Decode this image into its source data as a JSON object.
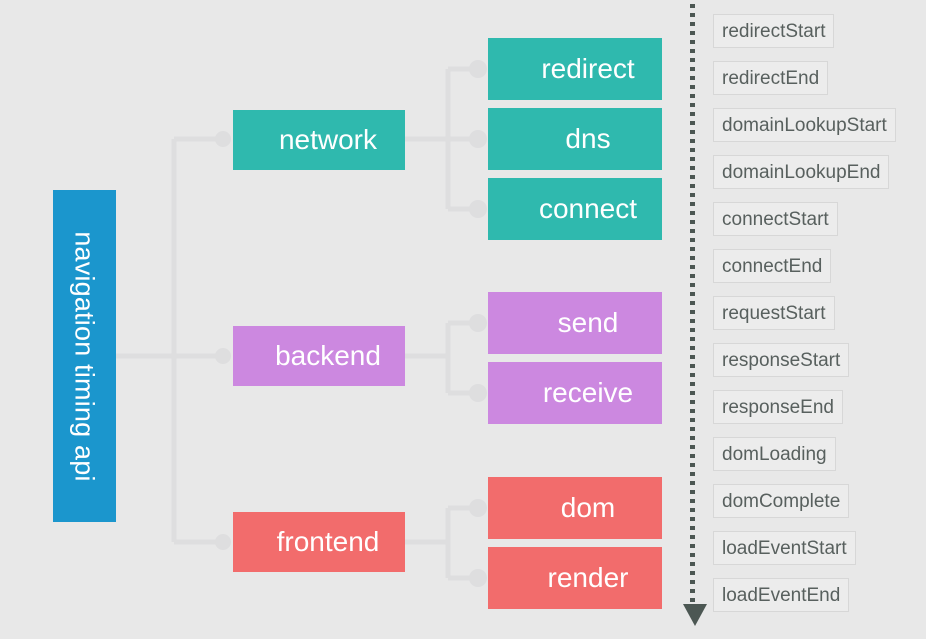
{
  "diagram": {
    "title": "navigation timing api",
    "background_color": "#e8e8e8",
    "root": {
      "label": "navigation timing api",
      "color": "#1b96cd"
    },
    "branches": [
      {
        "label": "network",
        "color": "#2fb9ae",
        "children": [
          {
            "label": "redirect"
          },
          {
            "label": "dns"
          },
          {
            "label": "connect"
          }
        ]
      },
      {
        "label": "backend",
        "color": "#cc88e0",
        "children": [
          {
            "label": "send"
          },
          {
            "label": "receive"
          }
        ]
      },
      {
        "label": "frontend",
        "color": "#f26c6c",
        "children": [
          {
            "label": "dom"
          },
          {
            "label": "render"
          }
        ]
      }
    ],
    "connector_color": "#dededf"
  },
  "timeline": {
    "axis_color": "#4c5753",
    "axis_style": "dotted-with-down-arrow",
    "events": [
      {
        "label": "redirectStart"
      },
      {
        "label": "redirectEnd"
      },
      {
        "label": "domainLookupStart"
      },
      {
        "label": "domainLookupEnd"
      },
      {
        "label": "connectStart"
      },
      {
        "label": "connectEnd"
      },
      {
        "label": "requestStart"
      },
      {
        "label": "responseStart"
      },
      {
        "label": "responseEnd"
      },
      {
        "label": "domLoading"
      },
      {
        "label": "domComplete"
      },
      {
        "label": "loadEventStart"
      },
      {
        "label": "loadEventEnd"
      }
    ]
  }
}
